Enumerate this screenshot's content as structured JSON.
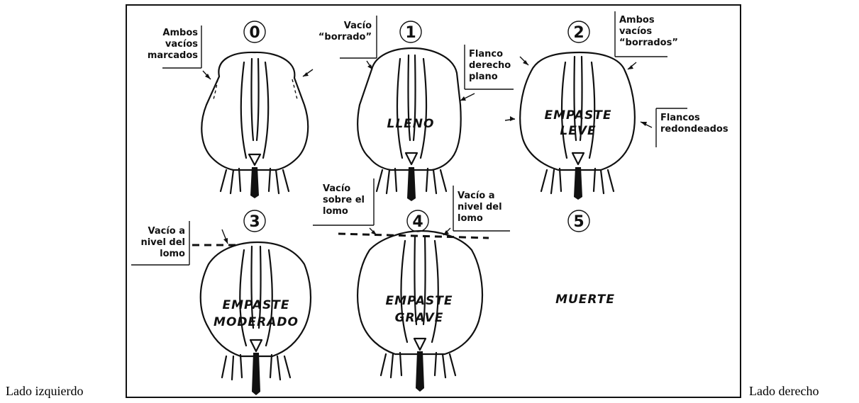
{
  "side_labels": {
    "left": "Lado izquierdo",
    "right": "Lado derecho"
  },
  "stages": [
    {
      "number": "0",
      "annotations": [
        "Ambos",
        "vacíos",
        "marcados"
      ]
    },
    {
      "number": "1",
      "label": "LLENO",
      "annotations_top": [
        "Vacío",
        "“borrado”"
      ],
      "annotations_side": [
        "Flanco",
        "derecho",
        "plano"
      ]
    },
    {
      "number": "2",
      "label_lines": [
        "EMPASTE",
        "LEVE"
      ],
      "annotations_top": [
        "Ambos",
        "vacíos",
        "“borrados”"
      ],
      "annotations_side": [
        "Flancos",
        "redondeados"
      ]
    },
    {
      "number": "3",
      "label_lines": [
        "EMPASTE",
        "MODERADO"
      ],
      "annotations": [
        "Vacío a",
        "nivel del",
        "lomo"
      ]
    },
    {
      "number": "4",
      "label_lines": [
        "EMPASTE",
        "GRAVE"
      ],
      "annotations_left": [
        "Vacío",
        "sobre el",
        "lomo"
      ],
      "annotations_right": [
        "Vacío a",
        "nivel del",
        "lomo"
      ]
    },
    {
      "number": "5",
      "label": "MUERTE"
    }
  ],
  "icons": {
    "cow_rear": "cow-rear-view-icon",
    "arrow": "pointer-arrow-icon",
    "dashed_line": "back-level-dashed-line"
  }
}
